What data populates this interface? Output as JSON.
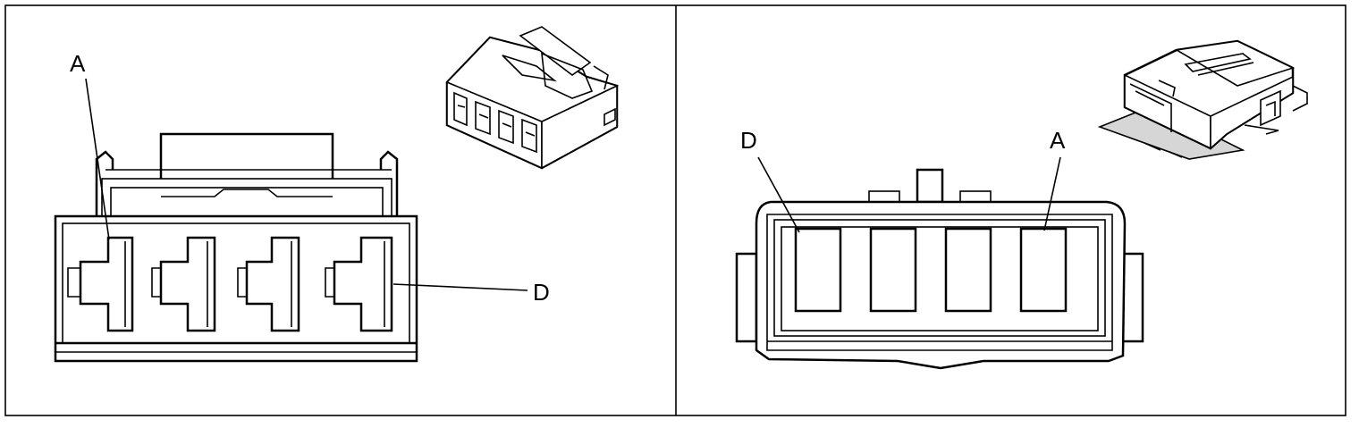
{
  "panels": [
    {
      "id": "left",
      "labels": {
        "top": "A",
        "side": "D"
      }
    },
    {
      "id": "right",
      "labels": {
        "left": "D",
        "right": "A"
      }
    }
  ]
}
